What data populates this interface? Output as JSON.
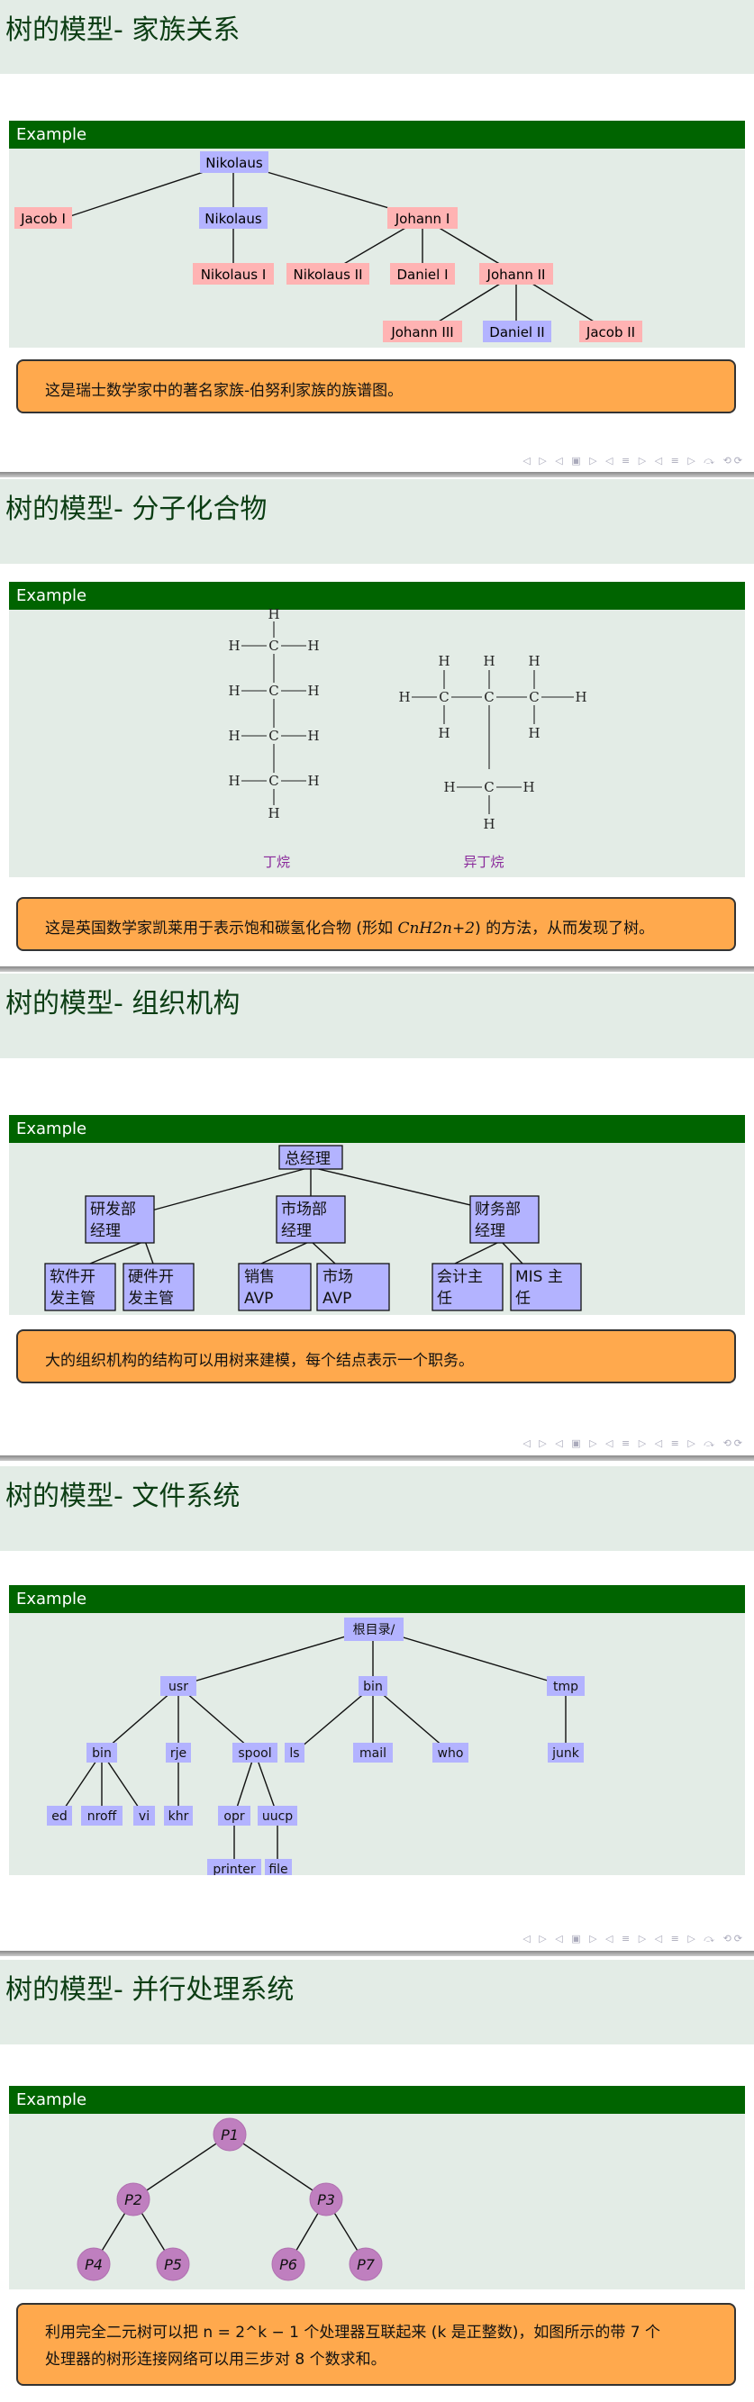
{
  "nav_glyphs": "◁ ▷ ◁ ▣ ▷ ◁ ≡ ▷ ◁ ≡ ▷ ⤼ ⟲⟳",
  "colors": {
    "title_band": "#e3ece6",
    "example_head": "#006400",
    "box": "#ffa94d",
    "node_blue": "#b3b3ff",
    "node_pink": "#ffb3b3",
    "node_purple": "#bf7fbf"
  },
  "slides": [
    {
      "title": "树的模型- 家族关系",
      "example_label": "Example",
      "note": "这是瑞士数学家中的著名家族-伯努利家族的族谱图。",
      "tree": {
        "root": "Nikolaus",
        "level1": [
          "Jacob I",
          "Nikolaus",
          "Johann I"
        ],
        "level2": [
          "Nikolaus I",
          "Nikolaus II",
          "Daniel I",
          "Johann II"
        ],
        "level3": [
          "Johann III",
          "Daniel II",
          "Jacob II"
        ]
      }
    },
    {
      "title": "树的模型- 分子化合物",
      "example_label": "Example",
      "note_prefix": "这是英国数学家凯莱用于表示饱和碳氢化合物 (形如 ",
      "note_formula": "CnH2n+2",
      "note_suffix": ") 的方法，从而发现了树。",
      "atom_c": "C",
      "atom_h": "H",
      "label_butane": "丁烷",
      "label_isobutane": "异丁烷"
    },
    {
      "title": "树的模型- 组织机构",
      "example_label": "Example",
      "note": "大的组织机构的结构可以用树来建模，每个结点表示一个职务。",
      "tree": {
        "root": "总经理",
        "level1": [
          "研发部经理",
          "市场部经理",
          "财务部经理"
        ],
        "level2": [
          "软件开发主管",
          "硬件开发主管",
          "销售AVP",
          "市场AVP",
          "会计主任",
          "MIS 主任"
        ]
      }
    },
    {
      "title": "树的模型- 文件系统",
      "example_label": "Example",
      "tree": {
        "root": "根目录/",
        "level1": [
          "usr",
          "bin",
          "tmp"
        ],
        "level2": [
          "bin",
          "rje",
          "spool",
          "ls",
          "mail",
          "who",
          "junk"
        ],
        "level3": [
          "ed",
          "nroff",
          "vi",
          "khr",
          "opr",
          "uucp"
        ],
        "level4": [
          "printer",
          "file"
        ]
      }
    },
    {
      "title": "树的模型- 并行处理系统",
      "example_label": "Example",
      "nodes": [
        "P1",
        "P2",
        "P3",
        "P4",
        "P5",
        "P6",
        "P7"
      ],
      "note_line1": "利用完全二元树可以把 n = 2^k − 1 个处理器互联起来 (k 是正整数)，如图所示的带 7 个",
      "note_line2": "处理器的树形连接网络可以用三步对 8 个数求和。"
    }
  ]
}
